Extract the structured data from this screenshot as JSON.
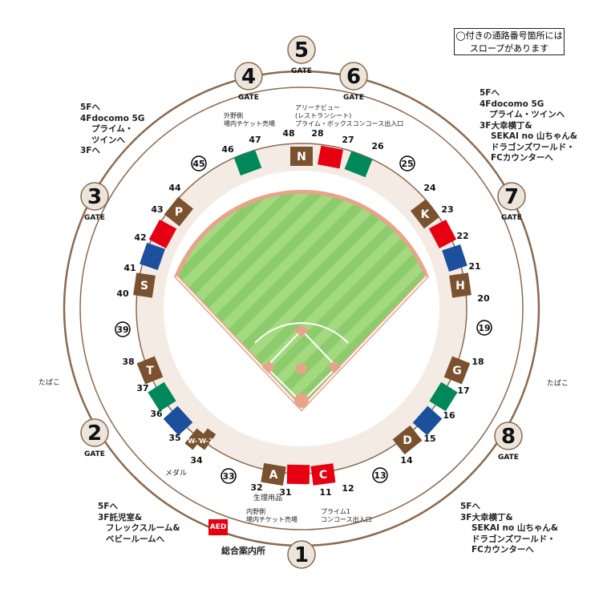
{
  "legend": {
    "line1": "◯付きの通路番号箇所には",
    "line2": "スロープがあります"
  },
  "gates": [
    {
      "number": "1",
      "label": ""
    },
    {
      "number": "2",
      "label": "GATE"
    },
    {
      "number": "3",
      "label": "GATE"
    },
    {
      "number": "4",
      "label": "GATE"
    },
    {
      "number": "5",
      "label": "GATE"
    },
    {
      "number": "6",
      "label": "GATE"
    },
    {
      "number": "7",
      "label": "GATE"
    },
    {
      "number": "8",
      "label": "GATE"
    }
  ],
  "blocks": [
    "N",
    "K",
    "H",
    "G",
    "D",
    "C",
    "A",
    "W-1",
    "W-2",
    "T",
    "S",
    "P"
  ],
  "aisles": [
    "11",
    "12",
    "13",
    "14",
    "15",
    "16",
    "17",
    "18",
    "19",
    "20",
    "21",
    "22",
    "23",
    "24",
    "25",
    "26",
    "27",
    "28",
    "31",
    "32",
    "33",
    "34",
    "35",
    "36",
    "37",
    "38",
    "39",
    "40",
    "41",
    "42",
    "43",
    "44",
    "45",
    "46",
    "47",
    "48"
  ],
  "circled_aisles": [
    "13",
    "19",
    "25",
    "33",
    "39",
    "45"
  ],
  "notes": {
    "top_left": [
      "5Fへ",
      "4Fdocomo 5G",
      "プライム・",
      "ツインへ",
      "3Fへ"
    ],
    "top_right": [
      "5Fへ",
      "4Fdocomo 5G",
      "プライム・ツインへ",
      "3F大幸横丁&",
      "SEKAI no 山ちゃん&",
      "ドラゴンズワールド・",
      "FCカウンターへ"
    ],
    "bottom_left": [
      "5Fへ",
      "3F託児室&",
      "フレックスルーム&",
      "ベビールームへ"
    ],
    "bottom_right": [
      "5Fへ",
      "3F大幸横丁&",
      "SEKAI no 山ちゃん&",
      "ドラゴンズワールド・",
      "FCカウンターへ"
    ]
  },
  "labels": {
    "outfield_ticket": [
      "外野側",
      "場内チケット売場"
    ],
    "infield_ticket": [
      "内野側",
      "場内チケット売場"
    ],
    "arena_view": [
      "アリーナビュー",
      "(レストランシート)",
      "プライム・ボックスコンコース出入口"
    ],
    "prime1": [
      "プライム1",
      "コンコース出入口"
    ],
    "info_center": "総合案内所",
    "aed": "AED",
    "medal": "メダル",
    "sanitary": "生理用品",
    "smoking_left": "たばこ",
    "smoking_right": "たばこ"
  },
  "colors": {
    "brown": "#7a5230",
    "red": "#e60012",
    "green": "#00885a",
    "blue": "#1c4f9c",
    "grass": "#9bd27a",
    "dirt": "#e8a48a",
    "ring": "#8a6a4f",
    "yellow": "#fff000"
  }
}
